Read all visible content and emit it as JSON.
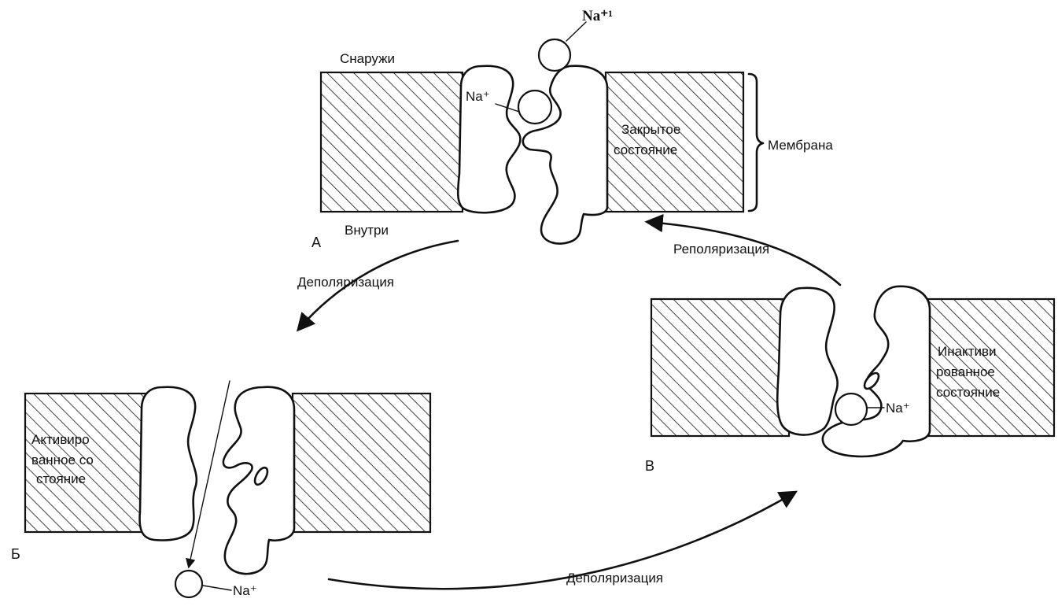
{
  "states": {
    "a": {
      "letter": "А",
      "outside": "Снаружи",
      "inside": "Внутри",
      "ion_outer": "Na⁺¹",
      "ion_inner": "Na⁺",
      "state_line1": "Закрытое",
      "state_line2": "состояние",
      "membrane": "Мембрана"
    },
    "b": {
      "letter": "Б",
      "state_line1": "Активиро",
      "state_line2": "ванное со",
      "state_line3": "стояние",
      "ion": "Na⁺"
    },
    "v": {
      "letter": "В",
      "state_line1": "Инактиви",
      "state_line2": "рованное",
      "state_line3": "состояние",
      "ion": "Na⁺"
    }
  },
  "transitions": {
    "a_to_b": "Деполяризация",
    "b_to_v": "Деполяризация",
    "v_to_a": "Реполяризация"
  }
}
